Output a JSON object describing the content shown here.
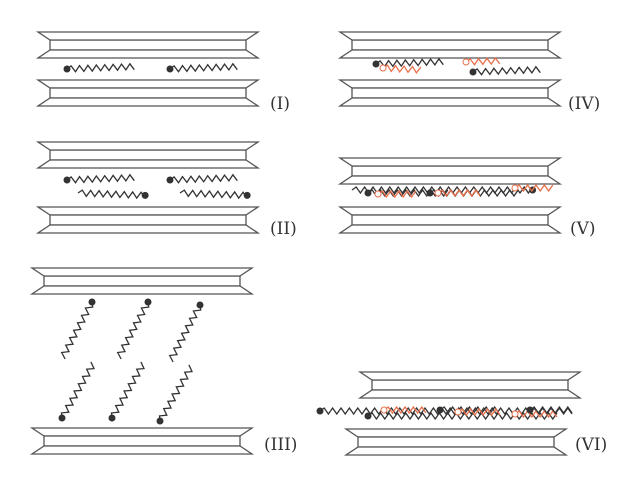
{
  "panels": [
    {
      "id": "I",
      "label": "(I)"
    },
    {
      "id": "II",
      "label": "(II)"
    },
    {
      "id": "III",
      "label": "(III)"
    },
    {
      "id": "IV",
      "label": "(IV)"
    },
    {
      "id": "V",
      "label": "(V)"
    },
    {
      "id": "VI",
      "label": "(VI)"
    }
  ],
  "colors": {
    "plate_stroke": "#555555",
    "chain_dark": "#333333",
    "chain_orange": "#e8704a",
    "label": "#333333"
  },
  "icons": [
    "mica-plate",
    "surfactant-molecule"
  ]
}
